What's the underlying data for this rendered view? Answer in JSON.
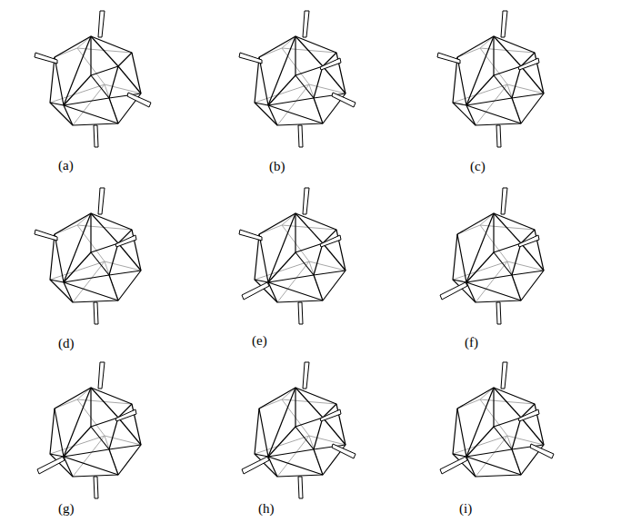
{
  "diagram": {
    "labels": [
      "(a)",
      "(b)",
      "(c)",
      "(d)",
      "(e)",
      "(f)",
      "(g)",
      "(h)",
      "(i)"
    ]
  }
}
